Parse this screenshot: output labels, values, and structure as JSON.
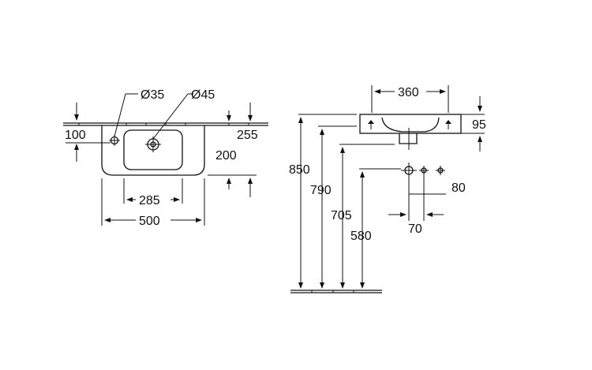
{
  "drawing": {
    "top_view": {
      "hole_small_label": "Ø35",
      "hole_large_label": "Ø45",
      "dim_left_offset": "100",
      "dim_right_offset": "255",
      "dim_depth": "200",
      "dim_bowl_width": "285",
      "dim_overall_width": "500"
    },
    "side_view": {
      "dim_top_width": "360",
      "dim_rim_height": "95",
      "dim_height_850": "850",
      "dim_height_790": "790",
      "dim_height_705": "705",
      "dim_height_580": "580",
      "dim_spacing_80": "80",
      "dim_spacing_70": "70"
    },
    "colors": {
      "line": "#111111",
      "background": "#ffffff"
    }
  }
}
